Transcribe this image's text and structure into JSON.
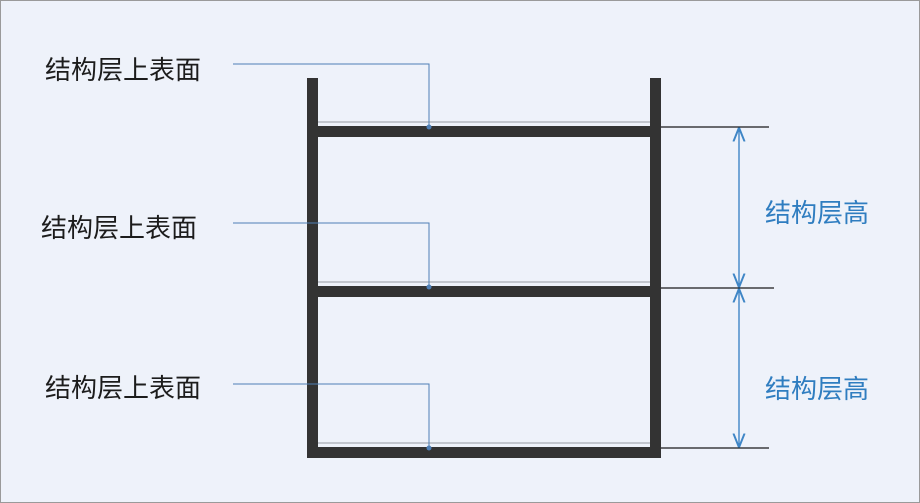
{
  "diagram": {
    "surface_labels": [
      "结构层上表面",
      "结构层上表面",
      "结构层上表面"
    ],
    "height_labels": [
      "结构层高",
      "结构层高"
    ],
    "colors": {
      "background": "#eef2fa",
      "structure": "#333333",
      "leader_line": "#4f7fb6",
      "dimension_line": "#3f86c6",
      "dimension_label": "#2f7dc0",
      "surface_line": "#b3b8bf"
    }
  }
}
